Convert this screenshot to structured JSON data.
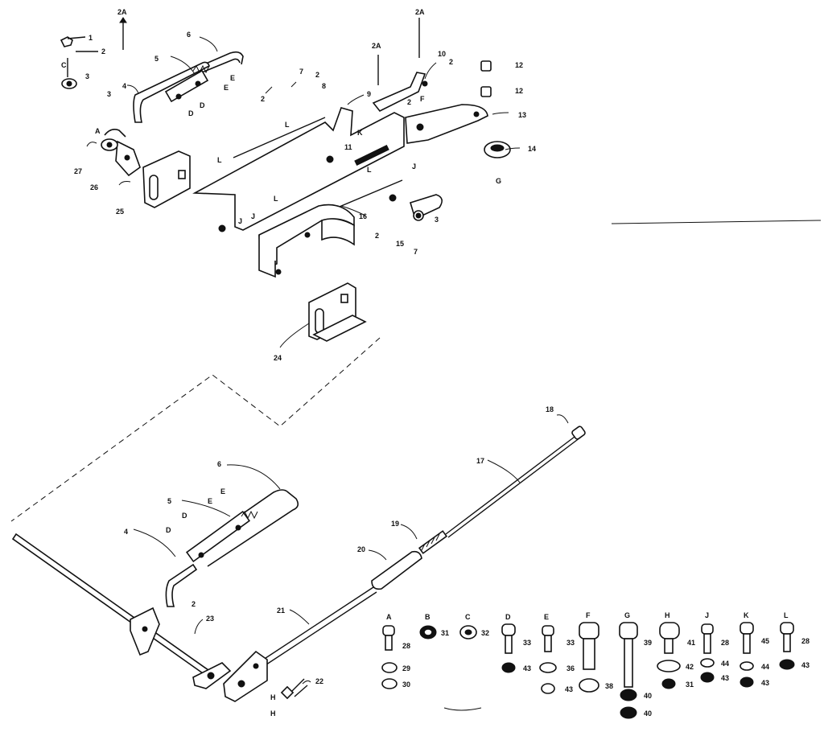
{
  "callouts": [
    {
      "id": "c2a_1",
      "text": "2A"
    },
    {
      "id": "c1",
      "text": "1"
    },
    {
      "id": "c2_1",
      "text": "2"
    },
    {
      "id": "cC_1",
      "text": "C"
    },
    {
      "id": "c3_1",
      "text": "3"
    },
    {
      "id": "c6_1",
      "text": "6"
    },
    {
      "id": "c5_1",
      "text": "5"
    },
    {
      "id": "c4_1",
      "text": "4"
    },
    {
      "id": "c3_2",
      "text": "3"
    },
    {
      "id": "cE_1",
      "text": "E"
    },
    {
      "id": "cE_2",
      "text": "E"
    },
    {
      "id": "cD_1",
      "text": "D"
    },
    {
      "id": "cD_2",
      "text": "D"
    },
    {
      "id": "c7_1",
      "text": "7"
    },
    {
      "id": "c2_2",
      "text": "2"
    },
    {
      "id": "c8_1",
      "text": "8"
    },
    {
      "id": "c2_3",
      "text": "2"
    },
    {
      "id": "c9_1",
      "text": "9"
    },
    {
      "id": "cL_1",
      "text": "L"
    },
    {
      "id": "cK_1",
      "text": "K"
    },
    {
      "id": "c2a_2",
      "text": "2A"
    },
    {
      "id": "c2a_3",
      "text": "2A"
    },
    {
      "id": "c10",
      "text": "10"
    },
    {
      "id": "c2_4",
      "text": "2"
    },
    {
      "id": "c2_5",
      "text": "2"
    },
    {
      "id": "cF_1",
      "text": "F"
    },
    {
      "id": "c12_1",
      "text": "12"
    },
    {
      "id": "c12_2",
      "text": "12"
    },
    {
      "id": "c13",
      "text": "13"
    },
    {
      "id": "c14",
      "text": "14"
    },
    {
      "id": "cG_1",
      "text": "G"
    },
    {
      "id": "cA_1",
      "text": "A"
    },
    {
      "id": "c27",
      "text": "27"
    },
    {
      "id": "c26",
      "text": "26"
    },
    {
      "id": "c25",
      "text": "25"
    },
    {
      "id": "cL_2",
      "text": "L"
    },
    {
      "id": "cJ_1",
      "text": "J"
    },
    {
      "id": "c11",
      "text": "11"
    },
    {
      "id": "cL_3",
      "text": "L"
    },
    {
      "id": "cJ_2",
      "text": "J"
    },
    {
      "id": "cL_4",
      "text": "L"
    },
    {
      "id": "cJ_3",
      "text": "J"
    },
    {
      "id": "c16_1",
      "text": "16"
    },
    {
      "id": "c2_6",
      "text": "2"
    },
    {
      "id": "c15",
      "text": "15"
    },
    {
      "id": "c3_3",
      "text": "3"
    },
    {
      "id": "c7_2",
      "text": "7"
    },
    {
      "id": "c24",
      "text": "24"
    },
    {
      "id": "c18",
      "text": "18"
    },
    {
      "id": "c17",
      "text": "17"
    },
    {
      "id": "c6_2",
      "text": "6"
    },
    {
      "id": "c5_2",
      "text": "5"
    },
    {
      "id": "cE_3",
      "text": "E"
    },
    {
      "id": "cE_4",
      "text": "E"
    },
    {
      "id": "cD_3",
      "text": "D"
    },
    {
      "id": "cD_4",
      "text": "D"
    },
    {
      "id": "c4_2",
      "text": "4"
    },
    {
      "id": "c19",
      "text": "19"
    },
    {
      "id": "c20",
      "text": "20"
    },
    {
      "id": "c21",
      "text": "21"
    },
    {
      "id": "c2_7",
      "text": "2"
    },
    {
      "id": "c23",
      "text": "23"
    },
    {
      "id": "c22",
      "text": "22"
    },
    {
      "id": "cH_1",
      "text": "H"
    },
    {
      "id": "cH_2",
      "text": "H"
    }
  ],
  "hardware_legend": [
    {
      "letter": "A",
      "items": [
        "28",
        "29",
        "30"
      ]
    },
    {
      "letter": "B",
      "items": [
        "31"
      ]
    },
    {
      "letter": "C",
      "items": [
        "32"
      ]
    },
    {
      "letter": "D",
      "items": [
        "33",
        "43"
      ]
    },
    {
      "letter": "E",
      "items": [
        "36",
        "43"
      ]
    },
    {
      "letter": "F",
      "items": [
        "33",
        "38"
      ]
    },
    {
      "letter": "G",
      "items": [
        "39",
        "40",
        "40"
      ]
    },
    {
      "letter": "H",
      "items": [
        "41",
        "42",
        "31"
      ]
    },
    {
      "letter": "J",
      "items": [
        "28",
        "44",
        "43"
      ]
    },
    {
      "letter": "K",
      "items": [
        "45",
        "44",
        "43"
      ]
    },
    {
      "letter": "L",
      "items": [
        "28",
        "43"
      ]
    }
  ]
}
